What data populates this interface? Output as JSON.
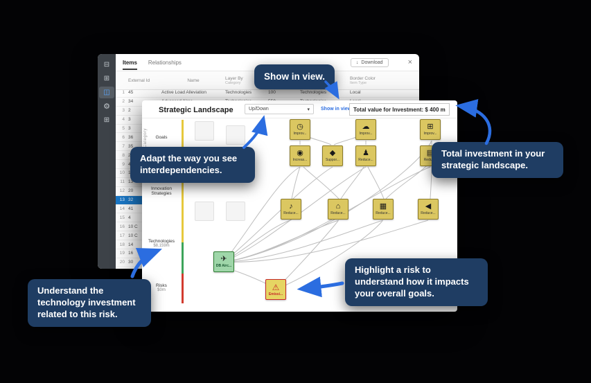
{
  "callouts": {
    "show_in_view": "Show in view.",
    "adapt": "Adapt the way you see interdependencies.",
    "total": "Total investment in your strategic landscape.",
    "highlight_risk": "Highlight a risk to understand how it impacts your overall goals.",
    "understand": "Understand the technology investment related to this risk."
  },
  "colors": {
    "arrow_blue": "#2b6de0",
    "callout_bg": "#1f3d63",
    "highlight_row": "#1b79c8",
    "node_tan": "#dbc761",
    "node_green": "#9fd6a9",
    "risk_red": "#c62828"
  },
  "back_window": {
    "sidebar_icons": [
      {
        "name": "flow-icon",
        "glyph": "⊟"
      },
      {
        "name": "sitemap-icon",
        "glyph": "⊞"
      },
      {
        "name": "layers-icon",
        "glyph": "◫"
      },
      {
        "name": "gear-icon",
        "glyph": "⚙"
      },
      {
        "name": "hierarchy-icon",
        "glyph": "⊞"
      }
    ],
    "tabs": [
      {
        "label": "Items"
      },
      {
        "label": "Relationships"
      }
    ],
    "download_label": "Download",
    "download_icon": "↓",
    "close_icon": "×",
    "table": {
      "headers": {
        "external_id": "External Id",
        "name": "Name",
        "layer_by": "Layer By",
        "layer_by_sub": "Category",
        "border_color": "Border Color",
        "border_color_sub": "Item Type"
      },
      "rows": [
        {
          "num": "1",
          "id": "45",
          "name": "Active Load Alleviation",
          "layer": "Technologies",
          "value": "100",
          "fill": "Technologies",
          "item": "Local"
        },
        {
          "num": "2",
          "id": "34",
          "name": "Advanced Airco...",
          "layer": "Technologies",
          "value": "550",
          "fill": "Technologies",
          "item": "Local"
        },
        {
          "num": "3",
          "id": "2"
        },
        {
          "num": "4",
          "id": "3"
        },
        {
          "num": "5",
          "id": "3"
        },
        {
          "num": "6",
          "id": "36"
        },
        {
          "num": "7",
          "id": "35"
        },
        {
          "num": "8",
          "id": "2"
        },
        {
          "num": "9",
          "id": "4"
        },
        {
          "num": "10",
          "id": "12"
        },
        {
          "num": "11",
          "id": "13"
        },
        {
          "num": "12",
          "id": "20"
        },
        {
          "num": "13",
          "id": "32"
        },
        {
          "num": "14",
          "id": "41"
        },
        {
          "num": "15",
          "id": "4"
        },
        {
          "num": "16",
          "id": "10 C"
        },
        {
          "num": "17",
          "id": "10 C"
        },
        {
          "num": "18",
          "id": "14"
        },
        {
          "num": "19",
          "id": "16"
        },
        {
          "num": "20",
          "id": "30"
        }
      ]
    }
  },
  "front_window": {
    "title": "Strategic Landscape",
    "direction": "Up/Down",
    "direction_chevron": "▾",
    "show_link": "Show in view",
    "total": "Total value for Investment: $ 400 m",
    "category_label": "Category",
    "layers": [
      {
        "label": "Goals",
        "value": ""
      },
      {
        "label": "Innovation Strategies",
        "value": ""
      },
      {
        "label": "Technologies",
        "value": "$8,159m"
      },
      {
        "label": "Risks",
        "value": "$0m"
      }
    ],
    "nodes": [
      {
        "label": "Improv...",
        "icon": "gauge-icon",
        "glyph": "◷"
      },
      {
        "label": "Improv...",
        "icon": "cloud-icon",
        "glyph": "☁"
      },
      {
        "label": "Improv...",
        "icon": "battery-icon",
        "glyph": "⊞"
      },
      {
        "label": "Increas...",
        "icon": "eye-icon",
        "glyph": "◉"
      },
      {
        "label": "Suppor...",
        "icon": "drop-icon",
        "glyph": "◆"
      },
      {
        "label": "Reduce...",
        "icon": "person-icon",
        "glyph": "♟"
      },
      {
        "label": "Reduc...",
        "icon": "chart-icon",
        "glyph": "▤"
      },
      {
        "label": "Reduce...",
        "icon": "bell-icon",
        "glyph": "♪"
      },
      {
        "label": "Reduce...",
        "icon": "bag-icon",
        "glyph": "⌂"
      },
      {
        "label": "Reduce...",
        "icon": "factory-icon",
        "glyph": "▦"
      },
      {
        "label": "Reduce...",
        "icon": "speaker-icon",
        "glyph": "◀"
      }
    ],
    "green_node": {
      "label": "DB Airc...",
      "glyph": "✈"
    },
    "risk_node": {
      "label": "Emissi...",
      "glyph": "⚠"
    }
  }
}
